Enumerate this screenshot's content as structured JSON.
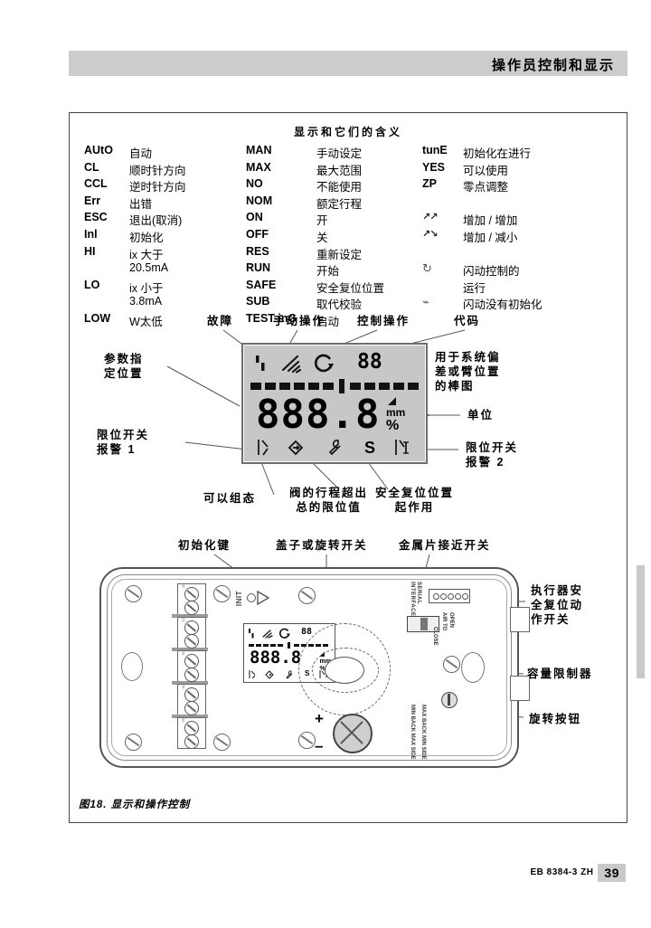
{
  "header": {
    "title": "操作员控制和显示"
  },
  "figure": {
    "legend_title": "显示和它们的含义",
    "caption": "图18. 显示和操作控制",
    "columns": {
      "left": [
        {
          "code": "AUtO",
          "meaning": "自动"
        },
        {
          "code": "CL",
          "meaning": "顺时针方向"
        },
        {
          "code": "CCL",
          "meaning": "逆时针方向"
        },
        {
          "code": "Err",
          "meaning": "出错"
        },
        {
          "code": "ESC",
          "meaning": "退出(取消)"
        },
        {
          "code": "Inl",
          "meaning": "初始化"
        },
        {
          "code": "HI",
          "meaning": "ix 大于"
        },
        {
          "code": "",
          "meaning": "20.5mA"
        },
        {
          "code": "LO",
          "meaning": "ix 小于"
        },
        {
          "code": "",
          "meaning": "3.8mA"
        },
        {
          "code": "LOW",
          "meaning": "W太低"
        }
      ],
      "middle": [
        {
          "code": "MAN",
          "meaning": "手动设定"
        },
        {
          "code": "MAX",
          "meaning": "最大范围"
        },
        {
          "code": "NO",
          "meaning": "不能使用"
        },
        {
          "code": "NOM",
          "meaning": "额定行程"
        },
        {
          "code": "ON",
          "meaning": "开"
        },
        {
          "code": "OFF",
          "meaning": "关"
        },
        {
          "code": "RES",
          "meaning": "重新设定"
        },
        {
          "code": "RUN",
          "meaning": "开始"
        },
        {
          "code": "SAFE",
          "meaning": "安全复位位置"
        },
        {
          "code": "SUB",
          "meaning": "取代校验"
        },
        {
          "code": "TEST-inG",
          "meaning": "启动"
        }
      ],
      "right": [
        {
          "code": "tunE",
          "meaning": "初始化在进行"
        },
        {
          "code": "YES",
          "meaning": "可以使用"
        },
        {
          "code": "ZP",
          "meaning": "零点调整"
        }
      ],
      "right_symbols": [
        {
          "icon": "arrow-up-up-icon",
          "glyph": "↗↗",
          "meaning": "增加 / 增加"
        },
        {
          "icon": "arrow-up-down-icon",
          "glyph": "↗↘",
          "meaning": "增加 / 减小"
        },
        {
          "icon": "flash-circle-icon",
          "glyph": "↻",
          "meaning": "闪动控制的"
        },
        {
          "icon": "",
          "glyph": "",
          "meaning": "运行"
        },
        {
          "icon": "flash-hand-icon",
          "glyph": "⌁",
          "meaning": "闪动没有初始化"
        }
      ]
    },
    "lcd_callouts": {
      "fault": "故障",
      "manual_operation": "手动操作",
      "control_operation": "控制操作",
      "code": "代码",
      "parameter_position": "参数指\n定位置",
      "bargraph": "用于系统偏\n差或臂位置\n的棒图",
      "units": "单位",
      "limit_switch_alarm_1": "限位开关\n报警 1",
      "limit_switch_alarm_2": "限位开关\n报警 2",
      "configurable": "可以组态",
      "travel_exceeded": "阀的行程超出\n总的限位值",
      "safe_position_active": "安全复位位置\n起作用"
    },
    "lcd_display": {
      "code_value": "88",
      "digits": "888.8",
      "unit_mm": "mm",
      "unit_percent": "%",
      "bottom_symbol_s": "S"
    },
    "device_callouts": {
      "init_key": "初始化键",
      "cover_or_rotary_switch": "盖子或旋转开关",
      "metal_proximity_switch": "金属片接近开关",
      "actuator_safe_position_switch": "执行器安\n全复位动\n作开关",
      "capacity_limiter": "容量限制器",
      "rotary_pushbutton": "旋转按钮"
    },
    "device_markings": {
      "init": "INIT",
      "serial_interface": "SERIAL INTERFACE",
      "air_to": "AIR TO",
      "open": "OPEN",
      "close": "CLOSE",
      "max_back_min_side": "MAX BACK MIN SIDE",
      "min_back_max_side": "MIN BACK MAX SIDE",
      "plus": "+",
      "minus": "–",
      "mini_lcd_code": "88",
      "mini_lcd_digits": "888.8",
      "mini_lcd_s": "S"
    }
  },
  "footer": {
    "doc_code": "EB 8384-3 ZH",
    "page_number": "39"
  }
}
